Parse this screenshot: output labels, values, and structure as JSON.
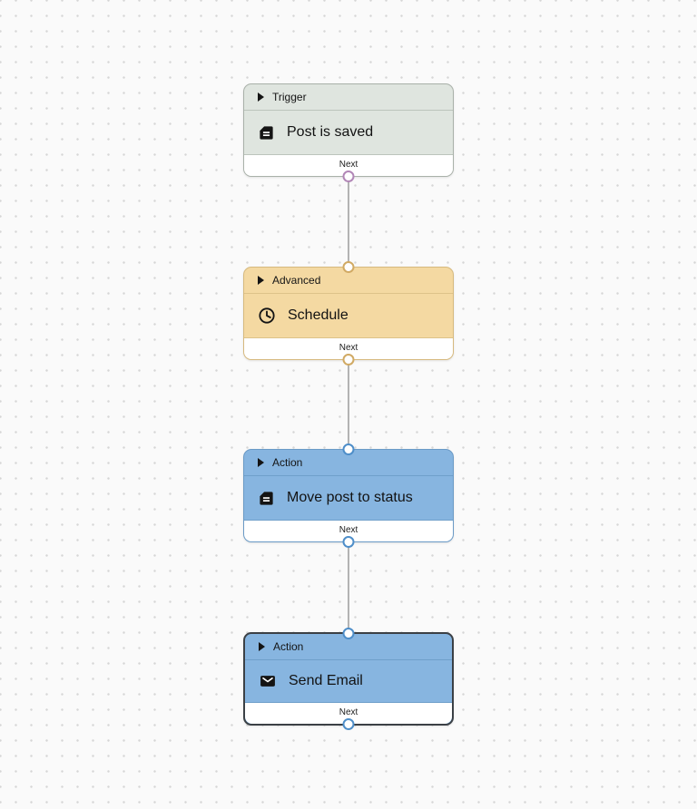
{
  "canvas": {
    "background": "#fafafa",
    "dot_color": "#d6d6d6",
    "edge_color": "#b3b3b3"
  },
  "nodes": [
    {
      "category": "Trigger",
      "title": "Post is saved",
      "icon": "note-icon",
      "footer_label": "Next",
      "selected": false,
      "colors": {
        "fill": "#dfe5df",
        "border": "#a9b1a9",
        "separator": "#bcc4bc",
        "handle": "#b287b7"
      }
    },
    {
      "category": "Advanced",
      "title": "Schedule",
      "icon": "clock-icon",
      "footer_label": "Next",
      "selected": false,
      "colors": {
        "fill": "#f4d9a2",
        "border": "#d6b97e",
        "separator": "#ddc289",
        "handle": "#d1aa64"
      }
    },
    {
      "category": "Action",
      "title": "Move post to status",
      "icon": "note-icon",
      "footer_label": "Next",
      "selected": false,
      "colors": {
        "fill": "#87b5e0",
        "border": "#6a9ac6",
        "separator": "#6f9fca",
        "handle": "#4e8ec9"
      }
    },
    {
      "category": "Action",
      "title": "Send Email",
      "icon": "email-icon",
      "footer_label": "Next",
      "selected": true,
      "colors": {
        "fill": "#87b5e0",
        "border": "#3b4045",
        "separator": "#6f9fca",
        "handle": "#4e8ec9"
      }
    }
  ]
}
